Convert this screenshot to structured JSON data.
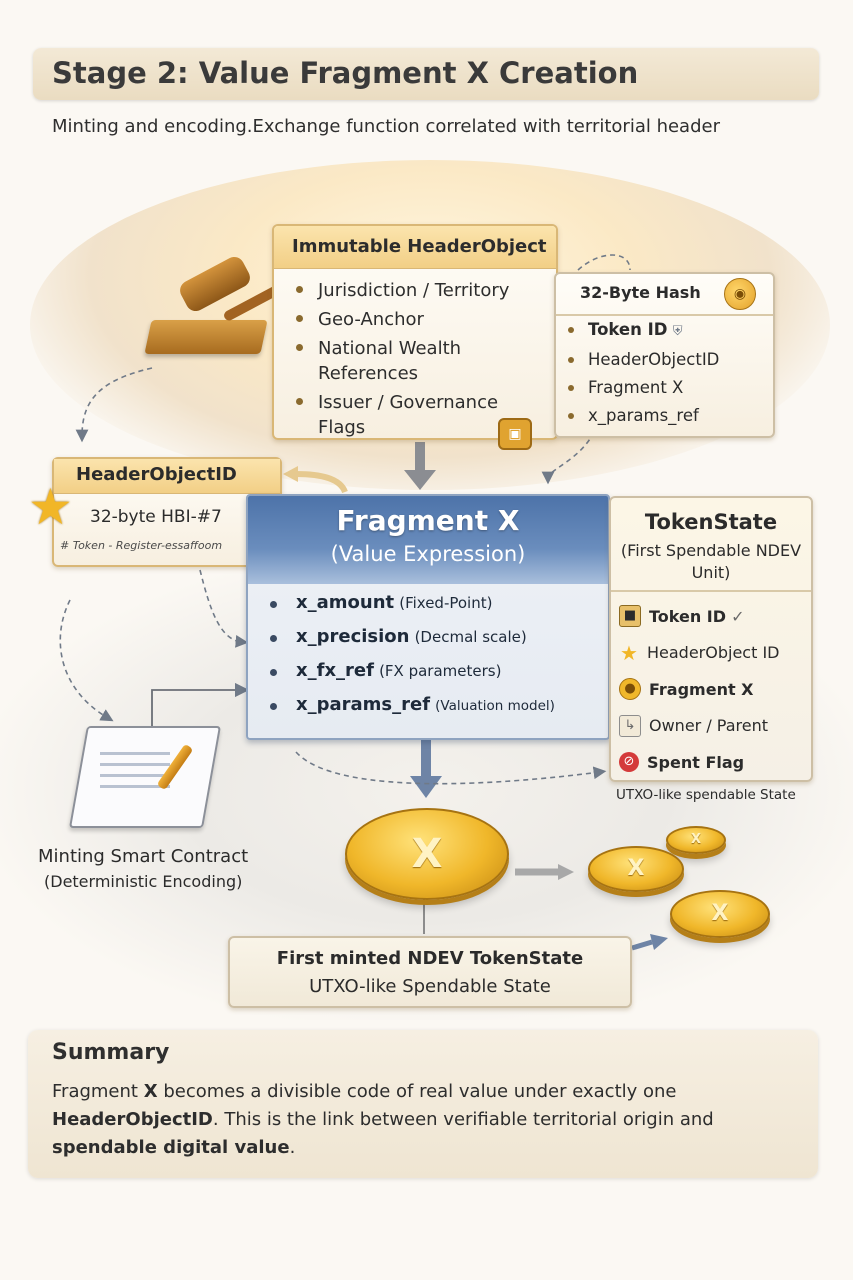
{
  "title": "Stage 2: Value Fragment X Creation",
  "subtitle": "Minting and encoding.Exchange function correlated with territorial header",
  "header_object": {
    "title": "Immutable HeaderObject",
    "items": [
      "Jurisdiction / Territory",
      "Geo-Anchor",
      "National Wealth References",
      "Issuer / Governance Flags"
    ]
  },
  "hash_box": {
    "title": "32-Byte Hash",
    "items": [
      "Token ID",
      "HeaderObjectID",
      "Fragment X",
      "x_params_ref"
    ]
  },
  "header_object_id": {
    "title": "HeaderObjectID",
    "value": "32-byte HBI-#7",
    "note": "# Token - Register-essaffoom"
  },
  "fragment_x": {
    "title": "Fragment X",
    "subtitle": "(Value Expression)",
    "params": [
      {
        "name": "x_amount",
        "desc": "(Fixed-Point)"
      },
      {
        "name": "x_precision",
        "desc": "(Decmal scale)"
      },
      {
        "name": "x_fx_ref",
        "desc": "(FX parameters)"
      },
      {
        "name": "x_params_ref",
        "desc": "(Valuation model)"
      }
    ]
  },
  "token_state": {
    "title": "TokenState",
    "subtitle": "(First Spendable NDEV Unit)",
    "items": [
      "Token ID",
      "HeaderObject ID",
      "Fragment X",
      "Owner / Parent",
      "Spent Flag"
    ],
    "caption": "UTXO-like spendable State"
  },
  "contract": {
    "label": "Minting Smart Contract",
    "sub": "(Deterministic Encoding)"
  },
  "coin_glyph": "X",
  "minted": {
    "line1": "First minted NDEV TokenState",
    "line2": "UTXO-like Spendable State"
  },
  "summary": {
    "title": "Summary",
    "parts": [
      "Fragment ",
      "X",
      " becomes a divisible code of real value under exactly one ",
      "HeaderObjectID",
      ". This is the link between verifiable territorial origin and ",
      "spendable digital value",
      "."
    ]
  },
  "icons": {
    "gavel": "gavel-icon",
    "star": "star-icon",
    "document": "document-pen-icon",
    "coin": "coin-icon"
  },
  "colors": {
    "accent_gold": "#f2cf86",
    "fragment_blue": "#4d73a9",
    "coin_gold": "#f0b72a"
  }
}
